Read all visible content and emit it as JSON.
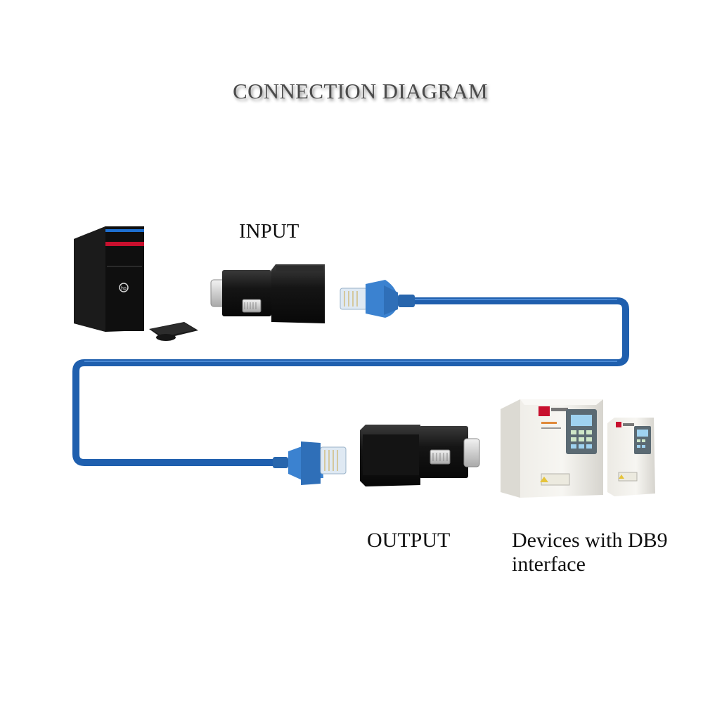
{
  "diagram": {
    "title": "CONNECTION DIAGRAM",
    "labels": {
      "input": "INPUT",
      "output": "OUTPUT",
      "devices_line1": "Devices with DB9",
      "devices_line2": "interface"
    },
    "nodes": [
      {
        "id": "computer",
        "icon": "desktop-computer-icon"
      },
      {
        "id": "input-adapter",
        "icon": "db9-rj45-adapter-icon"
      },
      {
        "id": "output-adapter",
        "icon": "db9-rj45-adapter-icon"
      },
      {
        "id": "devices",
        "icon": "inverter-device-icon"
      }
    ],
    "edges": [
      {
        "from": "computer",
        "to": "input-adapter"
      },
      {
        "from": "input-adapter",
        "to": "output-adapter",
        "via": "rj45-cable"
      },
      {
        "from": "output-adapter",
        "to": "devices"
      }
    ],
    "colors": {
      "cable": "#1f5fae",
      "connector": "#3b82d0",
      "adapter": "#1a1a1a",
      "computer": "#121212",
      "accent": "#c8102e"
    }
  }
}
